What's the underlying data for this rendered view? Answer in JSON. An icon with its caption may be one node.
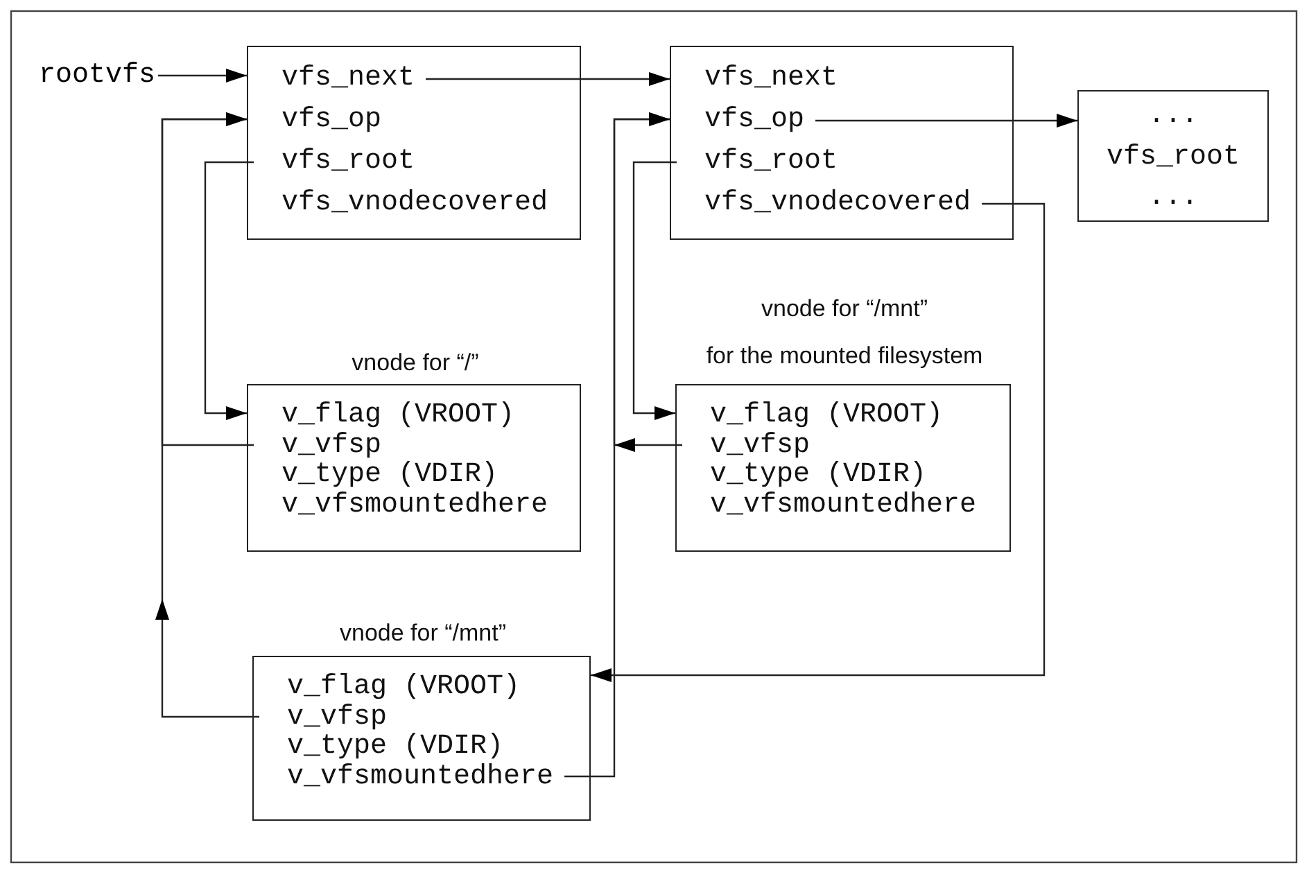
{
  "diagram": {
    "nodes": [
      {
        "text": [
          "rootvfs"
        ]
      },
      {
        "text": [],
        "shape": "box"
      },
      {
        "text": [
          "vfs_next"
        ],
        "in": 1
      },
      {
        "text": [
          "vfs_op"
        ],
        "in": 1
      },
      {
        "text": [
          "vfs_root"
        ],
        "in": 1
      },
      {
        "text": [
          "vfs_vnodecovered"
        ],
        "in": 1
      },
      {
        "text": [],
        "shape": "box"
      },
      {
        "text": [
          "vfs_next"
        ],
        "in": 6
      },
      {
        "text": [
          "vfs_op"
        ],
        "in": 6
      },
      {
        "text": [
          "vfs_root"
        ],
        "in": 6
      },
      {
        "text": [
          "vfs_vnodecovered"
        ],
        "in": 6
      },
      {
        "text": [
          "...",
          "vfs_root",
          "..."
        ]
      },
      {
        "text": [
          "vnode for “/”"
        ]
      },
      {
        "text": [
          "v_flag (VROOT)"
        ],
        "in": 12
      },
      {
        "text": [
          "v_vfsp"
        ],
        "in": 12
      },
      {
        "text": [
          "v_type (VDIR)"
        ],
        "in": 12
      },
      {
        "text": [
          "v_vfsmountedhere"
        ],
        "in": 12
      },
      {
        "text": [
          "vnode for “/mnt”",
          "for the mounted filesystem"
        ]
      },
      {
        "text": [
          "v_flag (VROOT)"
        ],
        "in": 17
      },
      {
        "text": [
          "v_vfsp"
        ],
        "in": 17
      },
      {
        "text": [
          "v_type (VDIR)"
        ],
        "in": 17
      },
      {
        "text": [
          "v_vfsmountedhere"
        ],
        "in": 17
      },
      {
        "text": [
          "vnode for “/mnt”"
        ]
      },
      {
        "text": [
          "v_flag (VROOT)"
        ],
        "in": 22
      },
      {
        "text": [
          "v_vfsp"
        ],
        "in": 22
      },
      {
        "text": [
          "v_type (VDIR)"
        ],
        "in": 22
      },
      {
        "text": [
          "v_vfsmountedhere"
        ],
        "in": 22
      }
    ],
    "edges": [
      {
        "from": 0,
        "to": 1,
        "arrow": "to"
      },
      {
        "from": 2,
        "to": 6,
        "arrow": "to"
      },
      {
        "from": 8,
        "to": 11,
        "arrow": "to"
      },
      {
        "from": 4,
        "to": 12,
        "arrow": "to"
      },
      {
        "from": 14,
        "to": 1,
        "arrow": "to"
      },
      {
        "from": 24,
        "to": 1,
        "arrow": "to"
      },
      {
        "from": 9,
        "to": 17,
        "arrow": "to"
      },
      {
        "from": 19,
        "to": 6,
        "arrow": "to"
      },
      {
        "from": 26,
        "to": 6,
        "arrow": "to"
      },
      {
        "from": 10,
        "to": 22,
        "arrow": "to"
      }
    ]
  }
}
